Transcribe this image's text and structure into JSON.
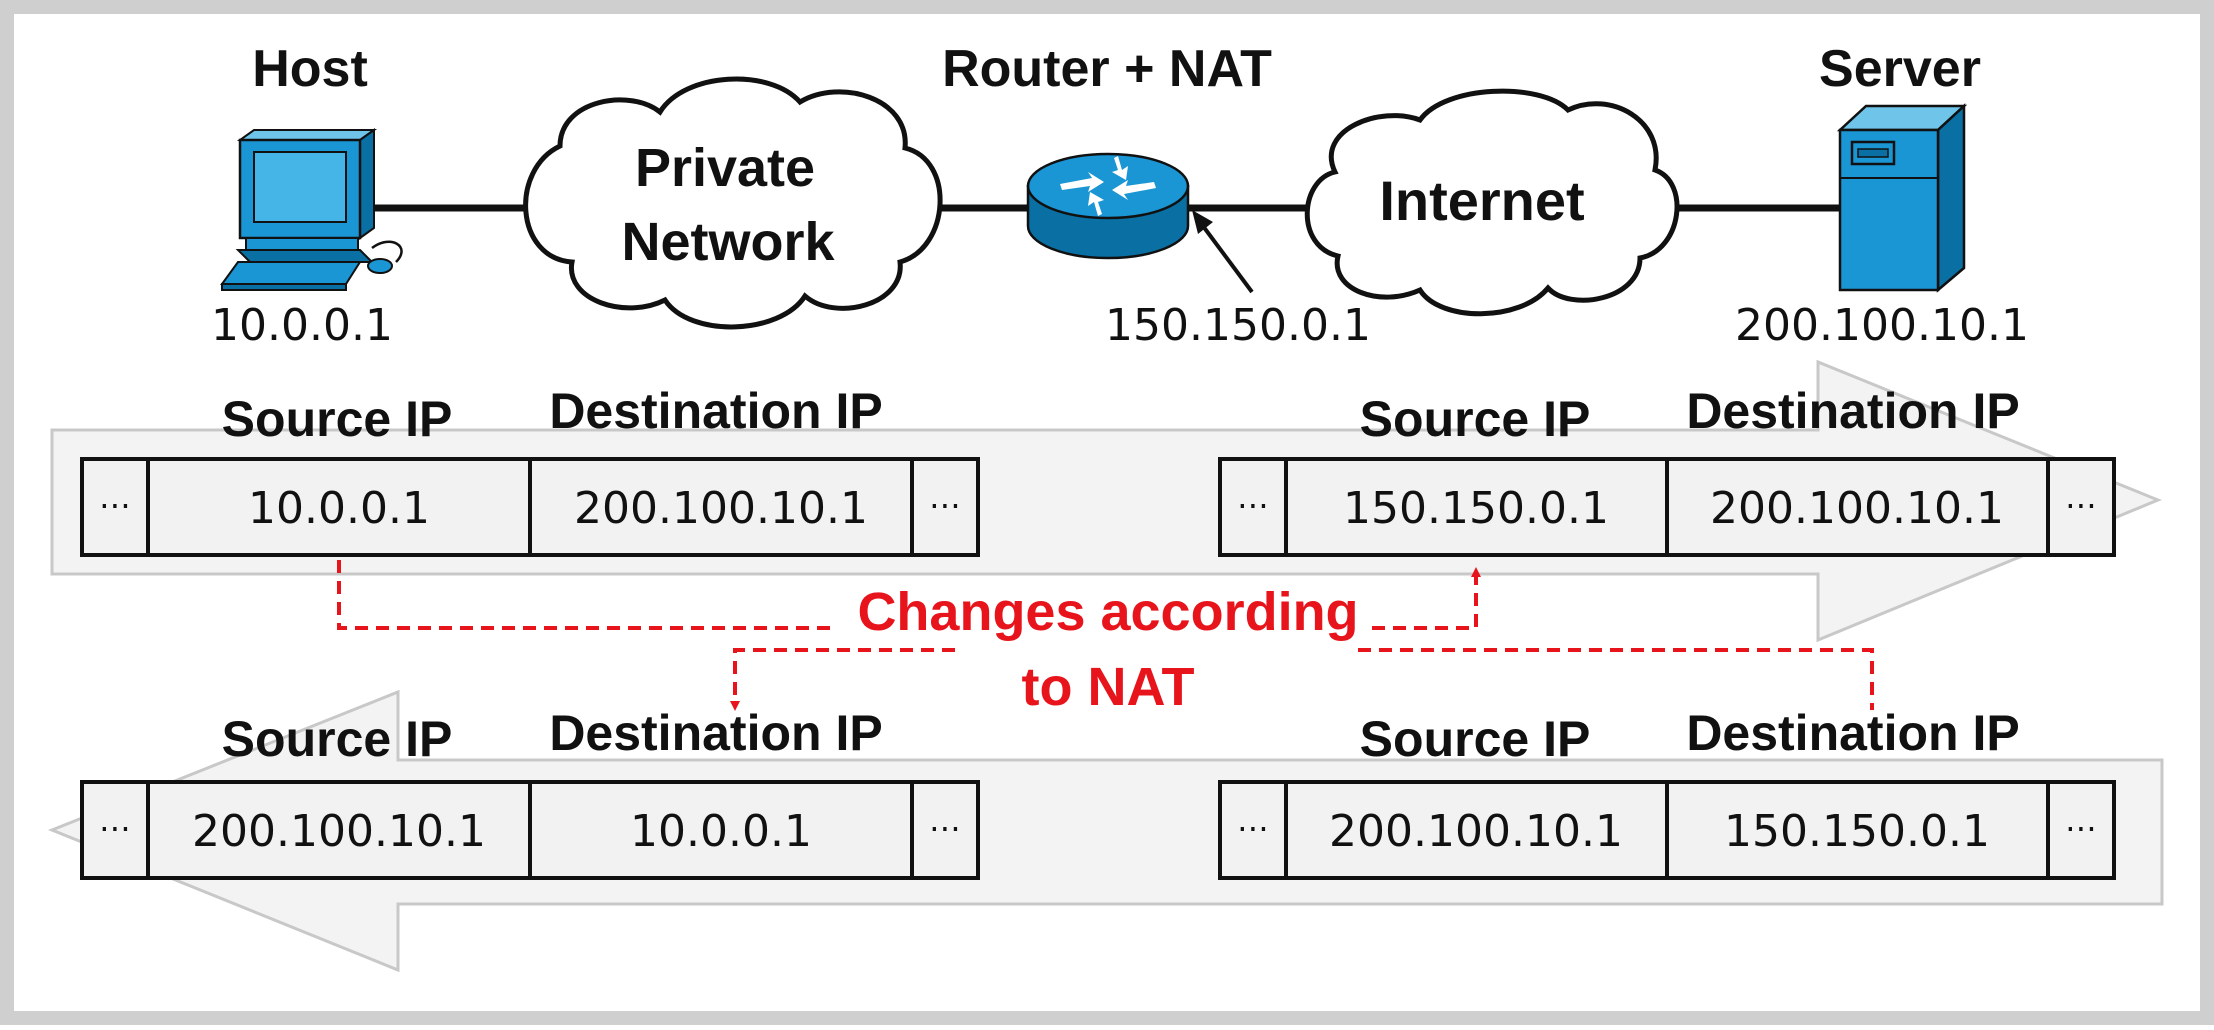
{
  "diagram": {
    "nodes": {
      "host": {
        "label": "Host",
        "ip": "10.0.0.1"
      },
      "private_network": {
        "line1": "Private",
        "line2": "Network"
      },
      "router": {
        "label": "Router + NAT",
        "ip": "150.150.0.1"
      },
      "internet": {
        "label": "Internet"
      },
      "server": {
        "label": "Server",
        "ip": "200.100.10.1"
      }
    },
    "packets": {
      "outbound_private": {
        "src_header": "Source IP",
        "dst_header": "Destination IP",
        "ellipsis": "⋯",
        "src": "10.0.0.1",
        "dst": "200.100.10.1"
      },
      "outbound_public": {
        "src_header": "Source IP",
        "dst_header": "Destination IP",
        "ellipsis": "⋯",
        "src": "150.150.0.1",
        "dst": "200.100.10.1"
      },
      "inbound_private": {
        "src_header": "Source IP",
        "dst_header": "Destination IP",
        "ellipsis": "⋯",
        "src": "200.100.10.1",
        "dst": "10.0.0.1"
      },
      "inbound_public": {
        "src_header": "Source IP",
        "dst_header": "Destination IP",
        "ellipsis": "⋯",
        "src": "200.100.10.1",
        "dst": "150.150.0.1"
      }
    },
    "annotation": {
      "line1": "Changes according",
      "line2": "to NAT"
    },
    "colors": {
      "device_blue": "#1a96d4",
      "device_dark": "#0a6fa3",
      "annotation_red": "#e8141c",
      "arrow_fill": "#f3f3f3",
      "cell_fill": "#f2f2f2",
      "frame_grey": "#cfcfcf"
    }
  }
}
